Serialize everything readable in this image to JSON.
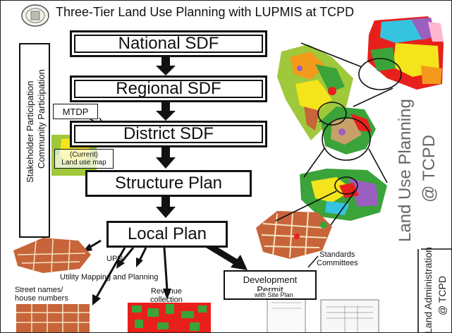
{
  "title": "Three-Tier  Land Use Planning  with LUPMIS at TCPD",
  "boxes": {
    "national": "National SDF",
    "regional": "Regional SDF",
    "district": "District SDF",
    "structure": "Structure Plan",
    "local": "Local Plan"
  },
  "labels": {
    "stakeholder": "Stakeholder Participation",
    "community": "Community Participation",
    "mtdp": "MTDP",
    "current_line1": "(Current)",
    "current_line2": "Land use map",
    "upn": "UPN",
    "utility": "Utility Mapping and Planning",
    "street_line1": "Street names/",
    "street_line2": "house numbers",
    "revenue_line1": "Revenue",
    "revenue_line2": "collection",
    "standards_line1": "Standards",
    "standards_line2": "Committees",
    "dev_line1": "Development",
    "dev_line2": "Permit",
    "dev_line3": "with Site Plan",
    "land_use_planning": "Land Use Planning",
    "at_tcpd_1": "@ TCPD",
    "land_admin": "Land Administration",
    "at_tcpd_2": "@ TCPD"
  },
  "colors": {
    "map_red": "#e8201c",
    "map_green": "#3aa33a",
    "map_yellow": "#f3e41b",
    "map_orange": "#f39a1c",
    "map_purple": "#9b5fc0",
    "map_cyan": "#35c4e0",
    "parcel_brown": "#c8643a"
  }
}
